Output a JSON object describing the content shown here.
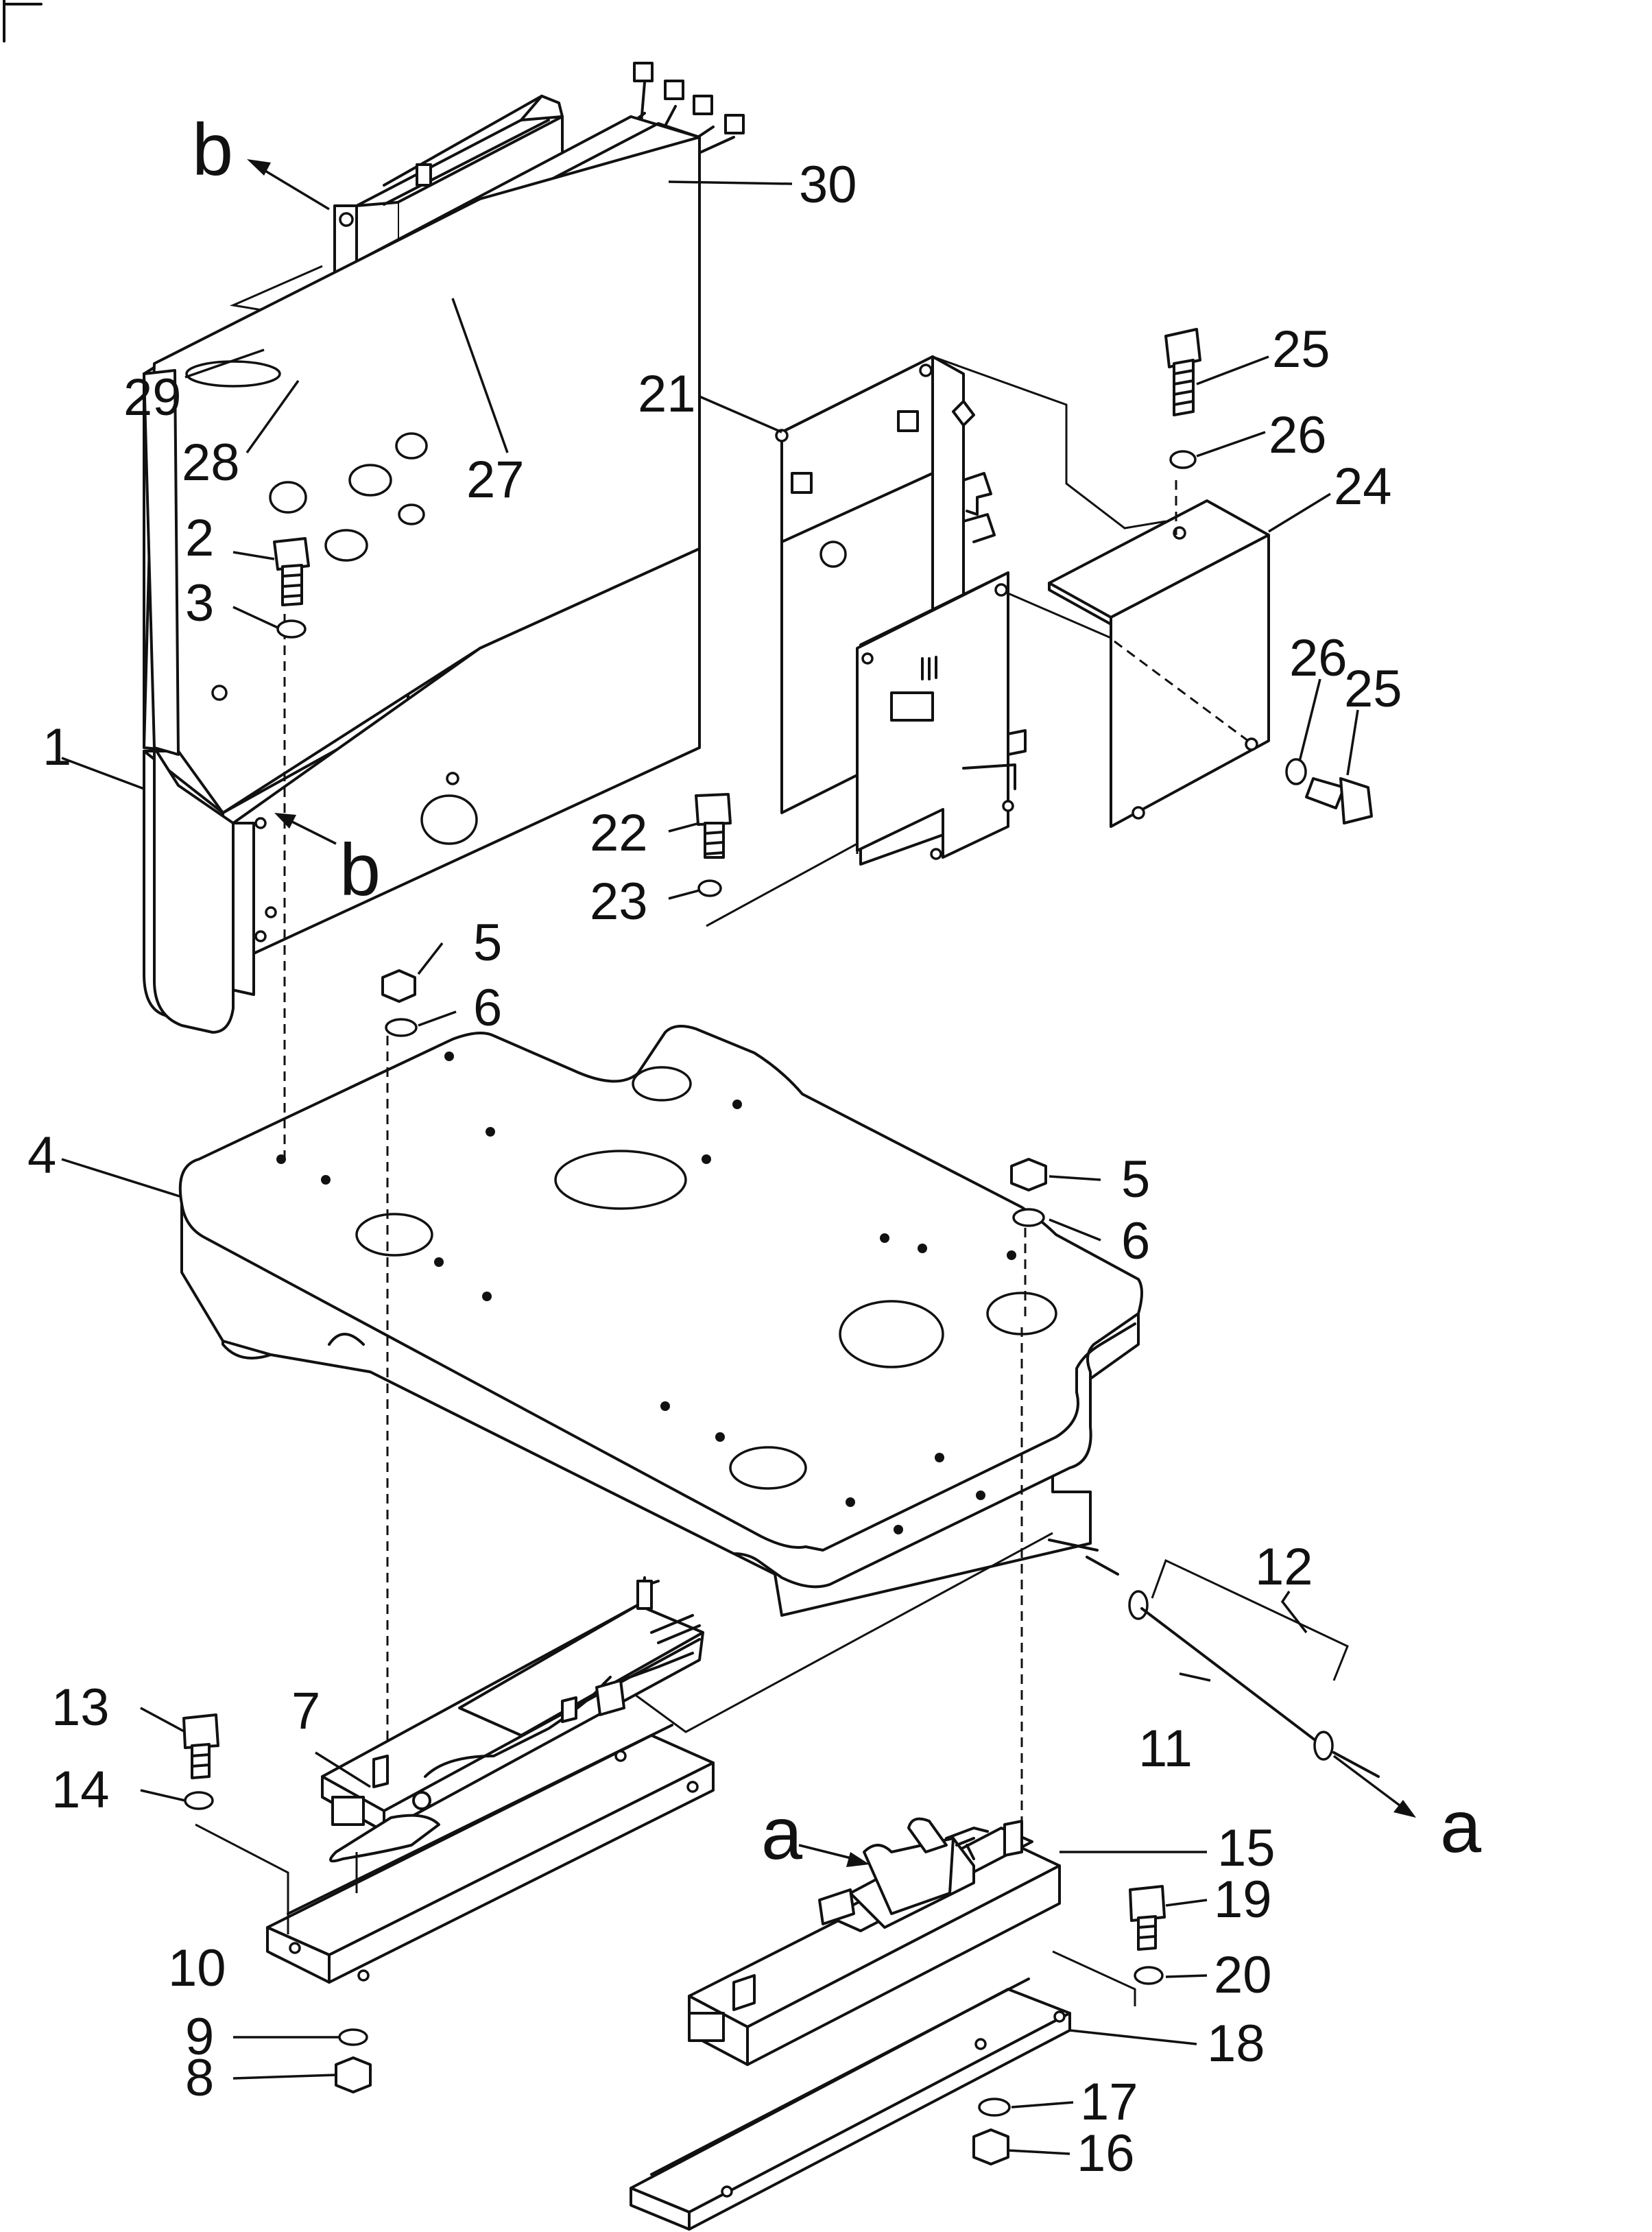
{
  "drawing": {
    "ref_markers": {
      "a": "a",
      "b": "b"
    },
    "callouts": {
      "c1": "1",
      "c2": "2",
      "c3": "3",
      "c4": "4",
      "c5": "5",
      "c6": "6",
      "c7": "7",
      "c8": "8",
      "c9": "9",
      "c10": "10",
      "c11": "11",
      "c12": "12",
      "c13": "13",
      "c14": "14",
      "c15": "15",
      "c16": "16",
      "c17": "17",
      "c18": "18",
      "c19": "19",
      "c20": "20",
      "c21": "21",
      "c22": "22",
      "c23": "23",
      "c24": "24",
      "c25": "25",
      "c26": "26",
      "c27": "27",
      "c28": "28",
      "c29": "29",
      "c30": "30"
    }
  }
}
